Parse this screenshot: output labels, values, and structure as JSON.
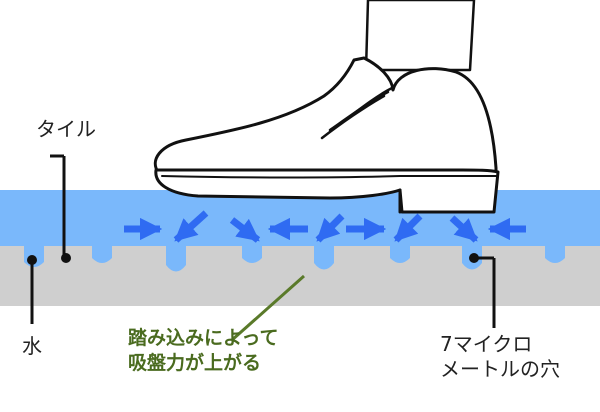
{
  "labels": {
    "tile": "タイル",
    "water": "水",
    "hole": [
      "7マイクロ",
      "メートルの穴"
    ],
    "suction": [
      "踏み込みによって",
      "吸盤力が上がる"
    ]
  },
  "colors": {
    "water_blue": "#7ab8fb",
    "tile_gray": "#cfcfcf",
    "arrow_blue": "#2f6bf2",
    "leader_green": "#5a7a2a",
    "text_green": "#4a6b1f",
    "outline": "#111111"
  },
  "icons": [
    "shoe-icon",
    "pant-leg-icon",
    "inward-arrow-icon",
    "water-droplet-icon"
  ]
}
